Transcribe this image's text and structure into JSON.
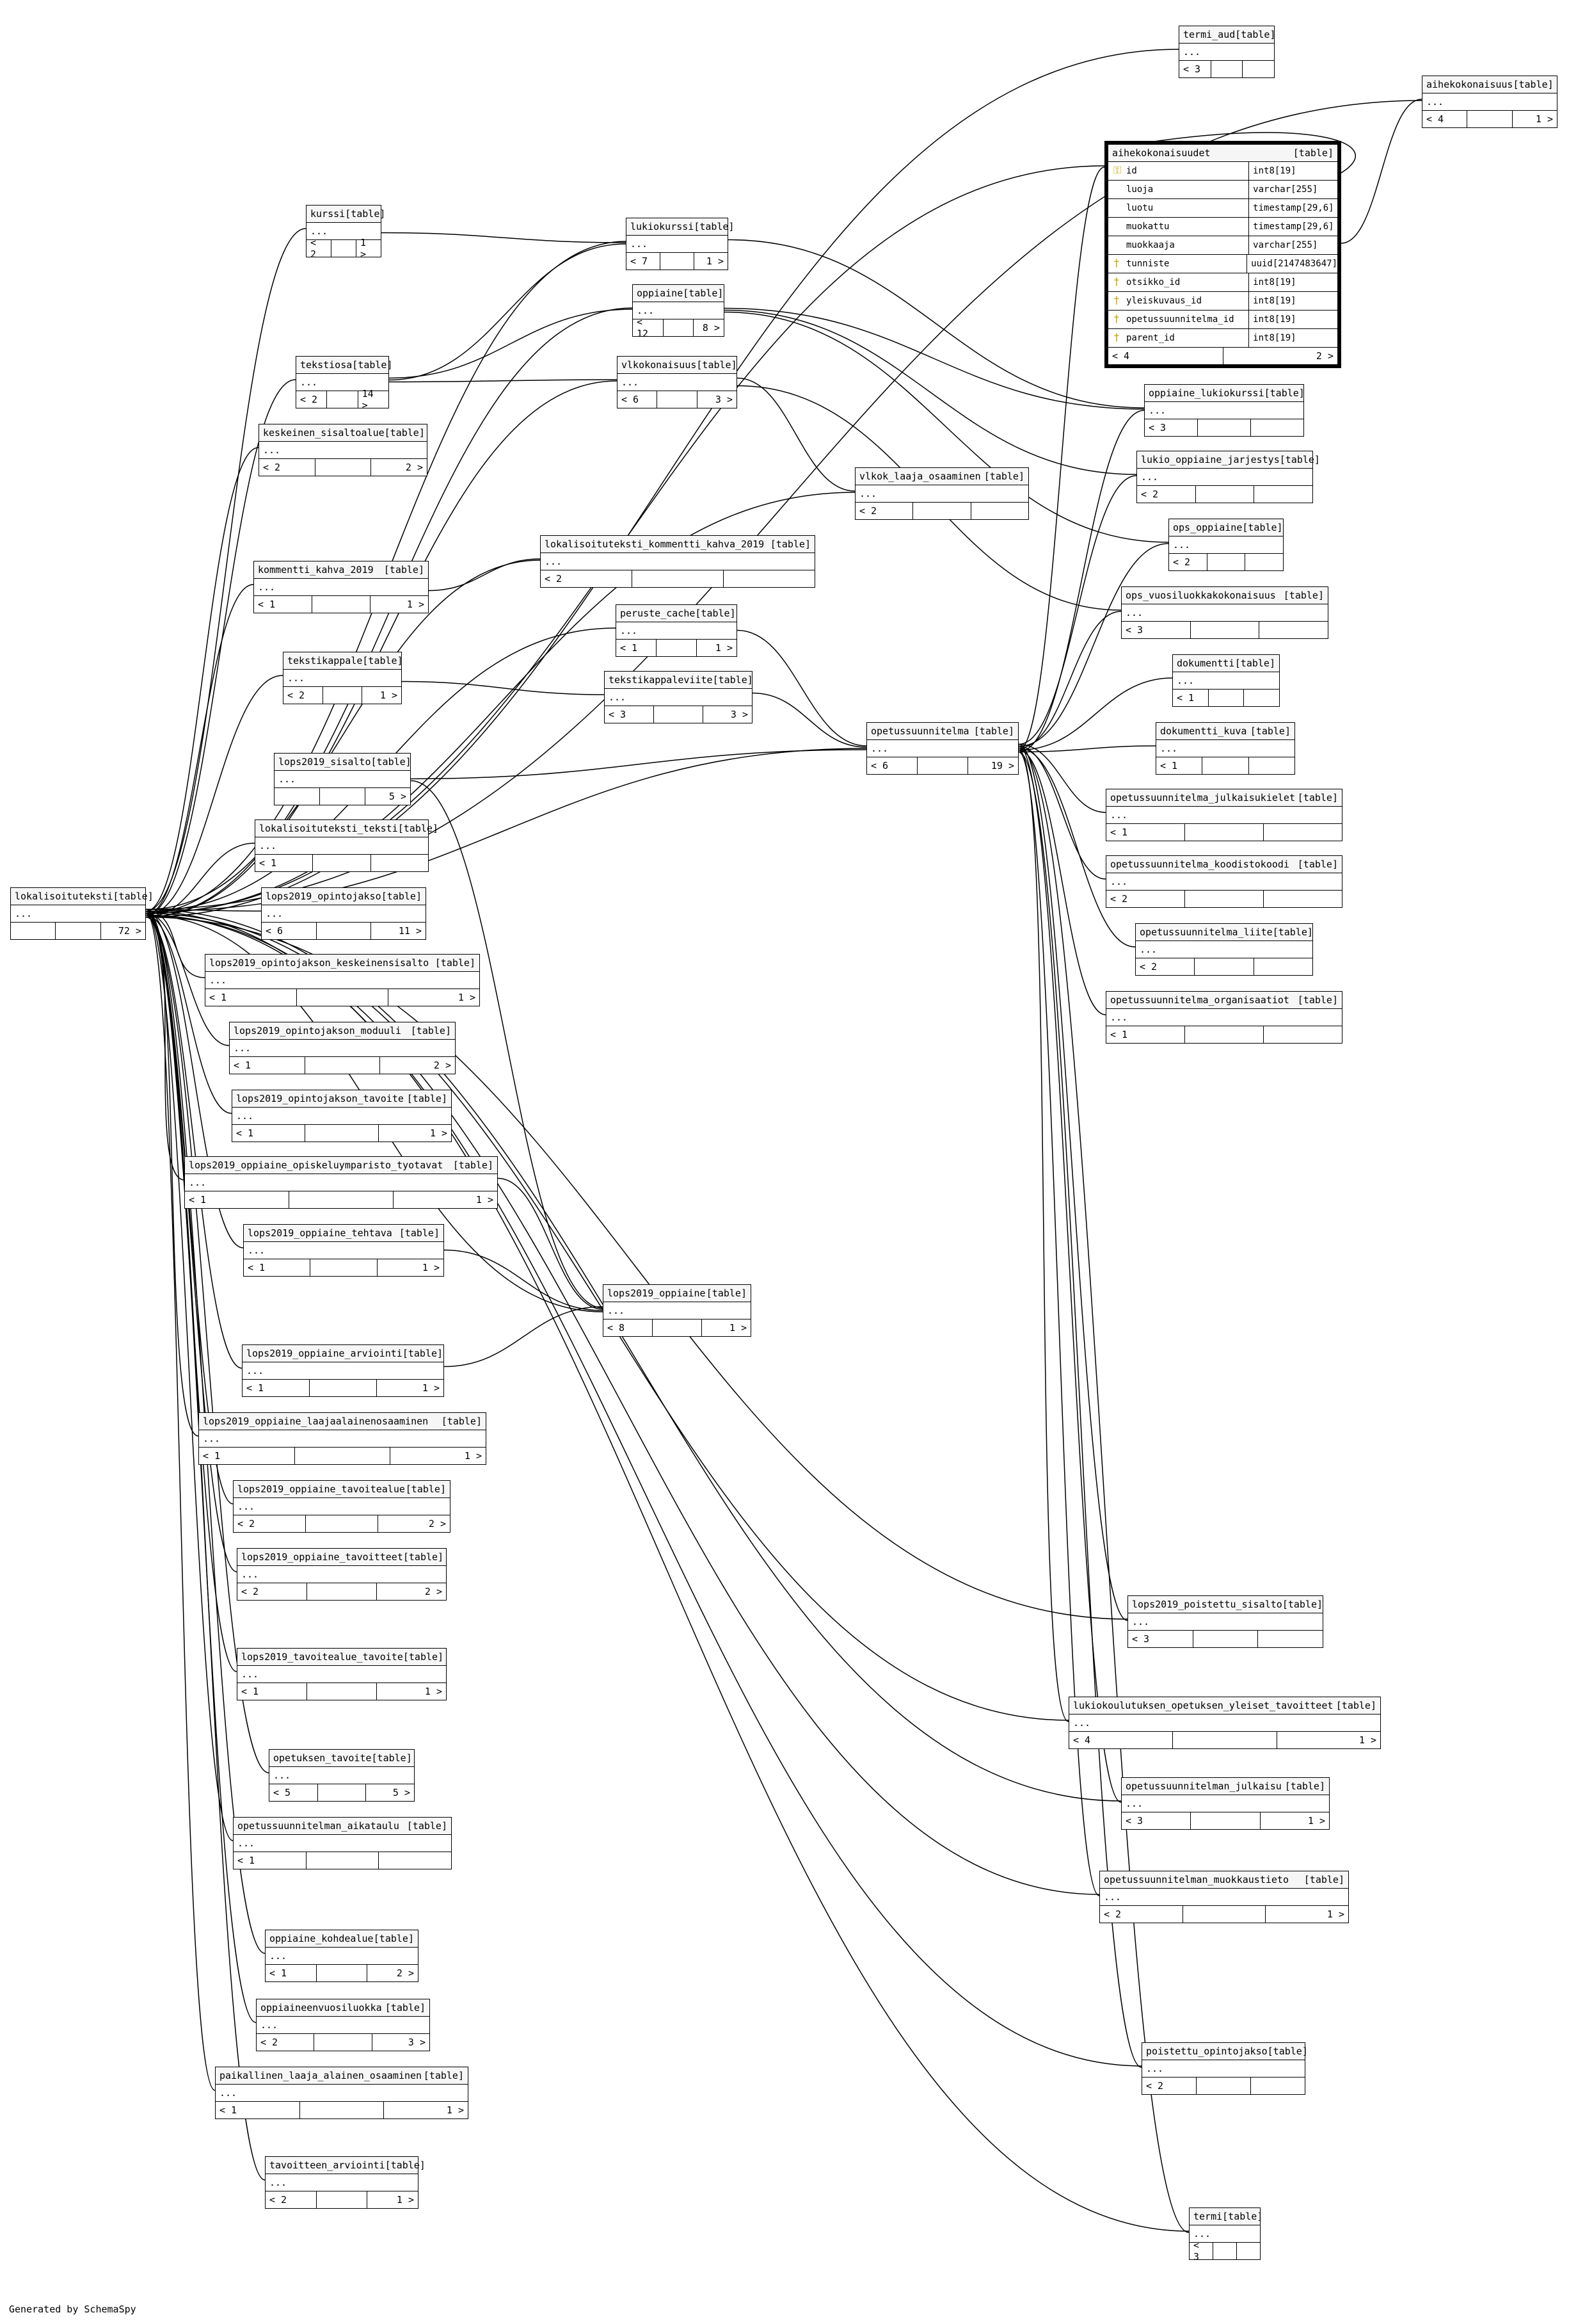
{
  "diagram": {
    "credit": "Generated by SchemaSpy",
    "focus_table": {
      "name": "aihekokonaisuudet",
      "tag": "[table]",
      "columns": [
        {
          "name": "id",
          "type": "int8[19]",
          "key": "primary"
        },
        {
          "name": "luoja",
          "type": "varchar[255]",
          "key": ""
        },
        {
          "name": "luotu",
          "type": "timestamp[29,6]",
          "key": ""
        },
        {
          "name": "muokattu",
          "type": "timestamp[29,6]",
          "key": ""
        },
        {
          "name": "muokkaaja",
          "type": "varchar[255]",
          "key": ""
        },
        {
          "name": "tunniste",
          "type": "uuid[2147483647]",
          "key": "indexed"
        },
        {
          "name": "otsikko_id",
          "type": "int8[19]",
          "key": "foreign"
        },
        {
          "name": "yleiskuvaus_id",
          "type": "int8[19]",
          "key": "foreign"
        },
        {
          "name": "opetussuunnitelma_id",
          "type": "int8[19]",
          "key": "foreign"
        },
        {
          "name": "parent_id",
          "type": "int8[19]",
          "key": "foreign"
        }
      ],
      "footer": {
        "left": "< 4",
        "right": "2 >"
      }
    },
    "tables": [
      {
        "name": "termi_aud",
        "tag": "[table]",
        "body": "...",
        "left": "< 3",
        "right": ""
      },
      {
        "name": "aihekokonaisuus",
        "tag": "[table]",
        "body": "...",
        "left": "< 4",
        "right": "1 >"
      },
      {
        "name": "kurssi",
        "tag": "[table]",
        "body": "...",
        "left": "< 2",
        "right": "1 >"
      },
      {
        "name": "lukiokurssi",
        "tag": "[table]",
        "body": "...",
        "left": "< 7",
        "right": "1 >"
      },
      {
        "name": "oppiaine",
        "tag": "[table]",
        "body": "...",
        "left": "< 12",
        "right": "8 >"
      },
      {
        "name": "tekstiosa",
        "tag": "[table]",
        "body": "...",
        "left": "< 2",
        "right": "14 >"
      },
      {
        "name": "vlkokonaisuus",
        "tag": "[table]",
        "body": "...",
        "left": "< 6",
        "right": "3 >"
      },
      {
        "name": "oppiaine_lukiokurssi",
        "tag": "[table]",
        "body": "...",
        "left": "< 3",
        "right": ""
      },
      {
        "name": "keskeinen_sisaltoalue",
        "tag": "[table]",
        "body": "...",
        "left": "< 2",
        "right": "2 >"
      },
      {
        "name": "lukio_oppiaine_jarjestys",
        "tag": "[table]",
        "body": "...",
        "left": "< 2",
        "right": ""
      },
      {
        "name": "vlkok_laaja_osaaminen",
        "tag": "[table]",
        "body": "...",
        "left": "< 2",
        "right": ""
      },
      {
        "name": "ops_oppiaine",
        "tag": "[table]",
        "body": "...",
        "left": "< 2",
        "right": ""
      },
      {
        "name": "kommentti_kahva_2019",
        "tag": "[table]",
        "body": "...",
        "left": "< 1",
        "right": "1 >"
      },
      {
        "name": "lokalisoituteksti_kommentti_kahva_2019",
        "tag": "[table]",
        "body": "...",
        "left": "< 2",
        "right": ""
      },
      {
        "name": "peruste_cache",
        "tag": "[table]",
        "body": "...",
        "left": "< 1",
        "right": "1 >"
      },
      {
        "name": "ops_vuosiluokkakokonaisuus",
        "tag": "[table]",
        "body": "...",
        "left": "< 3",
        "right": ""
      },
      {
        "name": "dokumentti",
        "tag": "[table]",
        "body": "...",
        "left": "< 1",
        "right": ""
      },
      {
        "name": "tekstikappale",
        "tag": "[table]",
        "body": "...",
        "left": "< 2",
        "right": "1 >"
      },
      {
        "name": "tekstikappaleviite",
        "tag": "[table]",
        "body": "...",
        "left": "< 3",
        "right": "3 >"
      },
      {
        "name": "opetussuunnitelma",
        "tag": "[table]",
        "body": "...",
        "left": "< 6",
        "right": "19 >"
      },
      {
        "name": "dokumentti_kuva",
        "tag": "[table]",
        "body": "...",
        "left": "< 1",
        "right": ""
      },
      {
        "name": "lops2019_sisalto",
        "tag": "[table]",
        "body": "...",
        "left": "",
        "right": "5 >"
      },
      {
        "name": "opetussuunnitelma_julkaisukielet",
        "tag": "[table]",
        "body": "...",
        "left": "< 1",
        "right": ""
      },
      {
        "name": "lokalisoituteksti_teksti",
        "tag": "[table]",
        "body": "...",
        "left": "< 1",
        "right": ""
      },
      {
        "name": "opetussuunnitelma_koodistokoodi",
        "tag": "[table]",
        "body": "...",
        "left": "< 2",
        "right": ""
      },
      {
        "name": "lokalisoituteksti",
        "tag": "[table]",
        "body": "...",
        "left": "",
        "right": "72 >"
      },
      {
        "name": "lops2019_opintojakso",
        "tag": "[table]",
        "body": "...",
        "left": "< 6",
        "right": "11 >"
      },
      {
        "name": "opetussuunnitelma_liite",
        "tag": "[table]",
        "body": "...",
        "left": "< 2",
        "right": ""
      },
      {
        "name": "lops2019_opintojakson_keskeinensisalto",
        "tag": "[table]",
        "body": "...",
        "left": "< 1",
        "right": "1 >"
      },
      {
        "name": "opetussuunnitelma_organisaatiot",
        "tag": "[table]",
        "body": "...",
        "left": "< 1",
        "right": ""
      },
      {
        "name": "lops2019_opintojakson_moduuli",
        "tag": "[table]",
        "body": "...",
        "left": "< 1",
        "right": "2 >"
      },
      {
        "name": "lops2019_opintojakson_tavoite",
        "tag": "[table]",
        "body": "...",
        "left": "< 1",
        "right": "1 >"
      },
      {
        "name": "lops2019_oppiaine_opiskeluymparisto_tyotavat",
        "tag": "[table]",
        "body": "...",
        "left": "< 1",
        "right": "1 >"
      },
      {
        "name": "lops2019_oppiaine_tehtava",
        "tag": "[table]",
        "body": "...",
        "left": "< 1",
        "right": "1 >"
      },
      {
        "name": "lops2019_oppiaine",
        "tag": "[table]",
        "body": "...",
        "left": "< 8",
        "right": "1 >"
      },
      {
        "name": "lops2019_oppiaine_arviointi",
        "tag": "[table]",
        "body": "...",
        "left": "< 1",
        "right": "1 >"
      },
      {
        "name": "lops2019_oppiaine_laajaalainenosaaminen",
        "tag": "[table]",
        "body": "...",
        "left": "< 1",
        "right": "1 >"
      },
      {
        "name": "lops2019_oppiaine_tavoitealue",
        "tag": "[table]",
        "body": "...",
        "left": "< 2",
        "right": "2 >"
      },
      {
        "name": "lops2019_oppiaine_tavoitteet",
        "tag": "[table]",
        "body": "...",
        "left": "< 2",
        "right": "2 >"
      },
      {
        "name": "lops2019_poistettu_sisalto",
        "tag": "[table]",
        "body": "...",
        "left": "< 3",
        "right": ""
      },
      {
        "name": "lops2019_tavoitealue_tavoite",
        "tag": "[table]",
        "body": "...",
        "left": "< 1",
        "right": "1 >"
      },
      {
        "name": "lukiokoulutuksen_opetuksen_yleiset_tavoitteet",
        "tag": "[table]",
        "body": "...",
        "left": "< 4",
        "right": "1 >"
      },
      {
        "name": "opetuksen_tavoite",
        "tag": "[table]",
        "body": "...",
        "left": "< 5",
        "right": "5 >"
      },
      {
        "name": "opetussuunnitelman_julkaisu",
        "tag": "[table]",
        "body": "...",
        "left": "< 3",
        "right": "1 >"
      },
      {
        "name": "opetussuunnitelman_aikataulu",
        "tag": "[table]",
        "body": "...",
        "left": "< 1",
        "right": ""
      },
      {
        "name": "opetussuunnitelman_muokkaustieto",
        "tag": "[table]",
        "body": "...",
        "left": "< 2",
        "right": "1 >"
      },
      {
        "name": "oppiaine_kohdealue",
        "tag": "[table]",
        "body": "...",
        "left": "< 1",
        "right": "2 >"
      },
      {
        "name": "oppiaineenvuosiluokka",
        "tag": "[table]",
        "body": "...",
        "left": "< 2",
        "right": "3 >"
      },
      {
        "name": "paikallinen_laaja_alainen_osaaminen",
        "tag": "[table]",
        "body": "...",
        "left": "< 1",
        "right": "1 >"
      },
      {
        "name": "poistettu_opintojakso",
        "tag": "[table]",
        "body": "...",
        "left": "< 2",
        "right": ""
      },
      {
        "name": "tavoitteen_arviointi",
        "tag": "[table]",
        "body": "...",
        "left": "< 2",
        "right": "1 >"
      },
      {
        "name": "termi",
        "tag": "[table]",
        "body": "...",
        "left": "< 3",
        "right": ""
      }
    ],
    "relationships": [
      [
        "aihekokonaisuudet",
        "aihekokonaisuus"
      ],
      [
        "aihekokonaisuudet",
        "aihekokonaisuudet"
      ],
      [
        "lokalisoituteksti",
        "aihekokonaisuudet"
      ],
      [
        "opetussuunnitelma",
        "aihekokonaisuudet"
      ],
      [
        "lokalisoituteksti",
        "termi_aud"
      ],
      [
        "lokalisoituteksti",
        "aihekokonaisuus"
      ],
      [
        "lokalisoituteksti",
        "kurssi"
      ],
      [
        "lokalisoituteksti",
        "lukiokurssi"
      ],
      [
        "kurssi",
        "lukiokurssi"
      ],
      [
        "lokalisoituteksti",
        "oppiaine"
      ],
      [
        "tekstiosa",
        "oppiaine"
      ],
      [
        "tekstiosa",
        "lukiokurssi"
      ],
      [
        "tekstiosa",
        "vlkokonaisuus"
      ],
      [
        "lokalisoituteksti",
        "tekstiosa"
      ],
      [
        "lokalisoituteksti",
        "vlkokonaisuus"
      ],
      [
        "lukiokurssi",
        "oppiaine_lukiokurssi"
      ],
      [
        "oppiaine",
        "oppiaine_lukiokurssi"
      ],
      [
        "oppiaine",
        "lukio_oppiaine_jarjestys"
      ],
      [
        "oppiaine",
        "ops_oppiaine"
      ],
      [
        "vlkokonaisuus",
        "ops_vuosiluokkakokonaisuus"
      ],
      [
        "vlkokonaisuus",
        "vlkok_laaja_osaaminen"
      ],
      [
        "lokalisoituteksti",
        "keskeinen_sisaltoalue"
      ],
      [
        "lokalisoituteksti",
        "vlkok_laaja_osaaminen"
      ],
      [
        "lokalisoituteksti",
        "kommentti_kahva_2019"
      ],
      [
        "kommentti_kahva_2019",
        "lokalisoituteksti_kommentti_kahva_2019"
      ],
      [
        "lokalisoituteksti",
        "lokalisoituteksti_kommentti_kahva_2019"
      ],
      [
        "lokalisoituteksti",
        "peruste_cache"
      ],
      [
        "peruste_cache",
        "opetussuunnitelma"
      ],
      [
        "lokalisoituteksti",
        "tekstikappale"
      ],
      [
        "tekstikappale",
        "tekstikappaleviite"
      ],
      [
        "tekstikappaleviite",
        "opetussuunnitelma"
      ],
      [
        "lokalisoituteksti",
        "opetussuunnitelma"
      ],
      [
        "lops2019_sisalto",
        "opetussuunnitelma"
      ],
      [
        "lops2019_sisalto",
        "lops2019_oppiaine"
      ],
      [
        "opetussuunnitelma",
        "oppiaine_lukiokurssi"
      ],
      [
        "opetussuunnitelma",
        "lukio_oppiaine_jarjestys"
      ],
      [
        "opetussuunnitelma",
        "ops_oppiaine"
      ],
      [
        "opetussuunnitelma",
        "ops_vuosiluokkakokonaisuus"
      ],
      [
        "opetussuunnitelma",
        "dokumentti"
      ],
      [
        "opetussuunnitelma",
        "dokumentti_kuva"
      ],
      [
        "opetussuunnitelma",
        "opetussuunnitelma_julkaisukielet"
      ],
      [
        "opetussuunnitelma",
        "opetussuunnitelma_koodistokoodi"
      ],
      [
        "opetussuunnitelma",
        "opetussuunnitelma_liite"
      ],
      [
        "opetussuunnitelma",
        "opetussuunnitelma_organisaatiot"
      ],
      [
        "lokalisoituteksti",
        "lokalisoituteksti_teksti"
      ],
      [
        "lokalisoituteksti",
        "lops2019_opintojakso"
      ],
      [
        "lokalisoituteksti",
        "lops2019_opintojakson_keskeinensisalto"
      ],
      [
        "lokalisoituteksti",
        "lops2019_opintojakson_moduuli"
      ],
      [
        "lokalisoituteksti",
        "lops2019_opintojakson_tavoite"
      ],
      [
        "lokalisoituteksti",
        "lops2019_oppiaine_opiskeluymparisto_tyotavat"
      ],
      [
        "lops2019_oppiaine_opiskeluymparisto_tyotavat",
        "lops2019_oppiaine"
      ],
      [
        "lokalisoituteksti",
        "lops2019_oppiaine_tehtava"
      ],
      [
        "lops2019_oppiaine_tehtava",
        "lops2019_oppiaine"
      ],
      [
        "lokalisoituteksti",
        "lops2019_oppiaine"
      ],
      [
        "lokalisoituteksti",
        "lops2019_oppiaine_arviointi"
      ],
      [
        "lops2019_oppiaine_arviointi",
        "lops2019_oppiaine"
      ],
      [
        "lokalisoituteksti",
        "lops2019_oppiaine_laajaalainenosaaminen"
      ],
      [
        "lokalisoituteksti",
        "lops2019_oppiaine_tavoitealue"
      ],
      [
        "lokalisoituteksti",
        "lops2019_oppiaine_tavoitteet"
      ],
      [
        "lokalisoituteksti",
        "lops2019_poistettu_sisalto"
      ],
      [
        "opetussuunnitelma",
        "lops2019_poistettu_sisalto"
      ],
      [
        "lokalisoituteksti",
        "lops2019_tavoitealue_tavoite"
      ],
      [
        "lokalisoituteksti",
        "lukiokoulutuksen_opetuksen_yleiset_tavoitteet"
      ],
      [
        "opetussuunnitelma",
        "lukiokoulutuksen_opetuksen_yleiset_tavoitteet"
      ],
      [
        "lokalisoituteksti",
        "opetuksen_tavoite"
      ],
      [
        "lokalisoituteksti",
        "opetussuunnitelman_julkaisu"
      ],
      [
        "opetussuunnitelma",
        "opetussuunnitelman_julkaisu"
      ],
      [
        "lokalisoituteksti",
        "opetussuunnitelman_aikataulu"
      ],
      [
        "lokalisoituteksti",
        "opetussuunnitelman_muokkaustieto"
      ],
      [
        "opetussuunnitelma",
        "opetussuunnitelman_muokkaustieto"
      ],
      [
        "lokalisoituteksti",
        "oppiaine_kohdealue"
      ],
      [
        "lokalisoituteksti",
        "oppiaineenvuosiluokka"
      ],
      [
        "lokalisoituteksti",
        "paikallinen_laaja_alainen_osaaminen"
      ],
      [
        "lokalisoituteksti",
        "poistettu_opintojakso"
      ],
      [
        "opetussuunnitelma",
        "poistettu_opintojakso"
      ],
      [
        "lokalisoituteksti",
        "tavoitteen_arviointi"
      ],
      [
        "lokalisoituteksti",
        "termi"
      ],
      [
        "opetussuunnitelma",
        "termi"
      ]
    ]
  }
}
